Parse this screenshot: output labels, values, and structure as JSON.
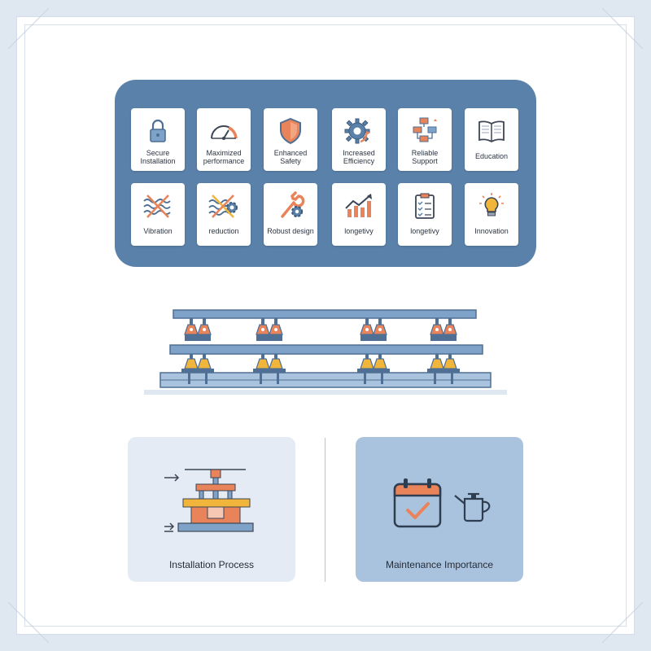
{
  "benefits": {
    "row1": [
      {
        "label": "Secure Installation",
        "icon": "lock-icon"
      },
      {
        "label": "Maximized performance",
        "icon": "gauge-icon"
      },
      {
        "label": "Enhanced Safety",
        "icon": "shield-icon"
      },
      {
        "label": "Increased Efficiency",
        "icon": "gear-refresh-icon"
      },
      {
        "label": "Reliable Support",
        "icon": "flowchart-icon"
      },
      {
        "label": "Education",
        "icon": "book-icon"
      }
    ],
    "row2": [
      {
        "label": "Vibration",
        "icon": "vibration-crossed-icon"
      },
      {
        "label": "reduction",
        "icon": "vibration-gear-crossed-icon"
      },
      {
        "label": "Robust design",
        "icon": "wrench-gear-icon"
      },
      {
        "label": "longetivy",
        "icon": "growth-chart-icon"
      },
      {
        "label": "longetivy",
        "icon": "checklist-icon"
      },
      {
        "label": "Innovation",
        "icon": "lightbulb-icon"
      }
    ]
  },
  "cards": {
    "install": {
      "title": "Installation Process",
      "icon": "installation-press-icon"
    },
    "maintenance": {
      "title": "Maintenance Importance",
      "icon": "calendar-check-icon",
      "icon2": "watering-can-icon"
    }
  },
  "colors": {
    "panel": "#5a81a9",
    "accent_orange": "#e8835a",
    "accent_yellow": "#f0b53a",
    "line_blue": "#4f6f94",
    "rail_light": "#a9c3de",
    "card_light": "#e4ebf4",
    "card_blue": "#a9c3de"
  }
}
